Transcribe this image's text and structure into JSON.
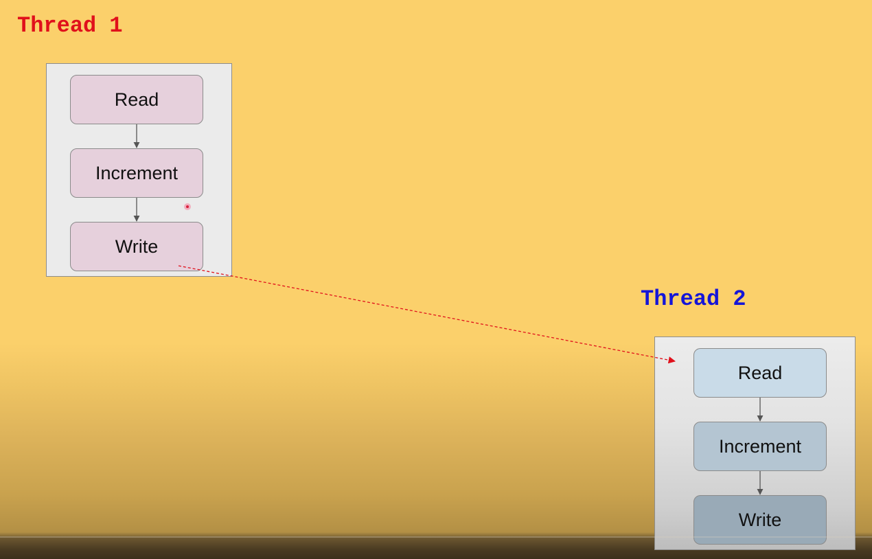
{
  "threads": [
    {
      "title": "Thread 1",
      "title_color": "#e0101b",
      "steps": [
        "Read",
        "Increment",
        "Write"
      ],
      "step_color": "#e6d0dc"
    },
    {
      "title": "Thread 2",
      "title_color": "#1515d8",
      "steps": [
        "Read",
        "Increment",
        "Write"
      ],
      "step_colors": [
        "#c9dbe8",
        "#b4c5d2",
        "#99aab7"
      ]
    }
  ],
  "connector": {
    "from": "Thread 1 Write",
    "to": "Thread 2 Read",
    "style": "dashed",
    "color": "#e0101b"
  },
  "background_color": "#fbd06b"
}
